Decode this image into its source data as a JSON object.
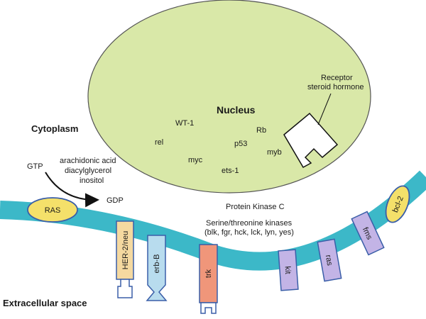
{
  "regions": {
    "nucleus": "Nucleus",
    "cytoplasm": "Cytoplasm",
    "extracellular": "Extracellular space"
  },
  "nuclear_genes": {
    "wt1": "WT-1",
    "rel": "rel",
    "myc": "myc",
    "p53": "p53",
    "rb": "Rb",
    "myb": "myb",
    "ets1": "ets-1"
  },
  "receptor_label": [
    "Receptor",
    "steroid hormone"
  ],
  "signaling": {
    "gtp": "GTP",
    "gdp": "GDP",
    "second_messengers": [
      "arachidonic acid",
      "diacylglycerol",
      "inositol"
    ],
    "pkc": "Protein Kinase C",
    "kinases": [
      "Serine/threonine kinases",
      "(blk, fgr, hck, lck, lyn, yes)"
    ]
  },
  "membrane_proteins": {
    "ras_oval": "RAS",
    "her2": "HER-2/neu",
    "erbb": "erb-B",
    "trk": "trk",
    "kit": "kit",
    "ras_box": "ras",
    "fms": "fms",
    "bcl2": "bcl-2"
  },
  "colors": {
    "nucleus_fill": "#d9e8a8",
    "membrane": "#3cb8c8",
    "ras_oval": "#f4e06a",
    "her2": "#f5d9a0",
    "erbb": "#b8dcee",
    "trk": "#f0967a",
    "purple_box": "#c3b4e6",
    "bcl2": "#f4e06a"
  }
}
